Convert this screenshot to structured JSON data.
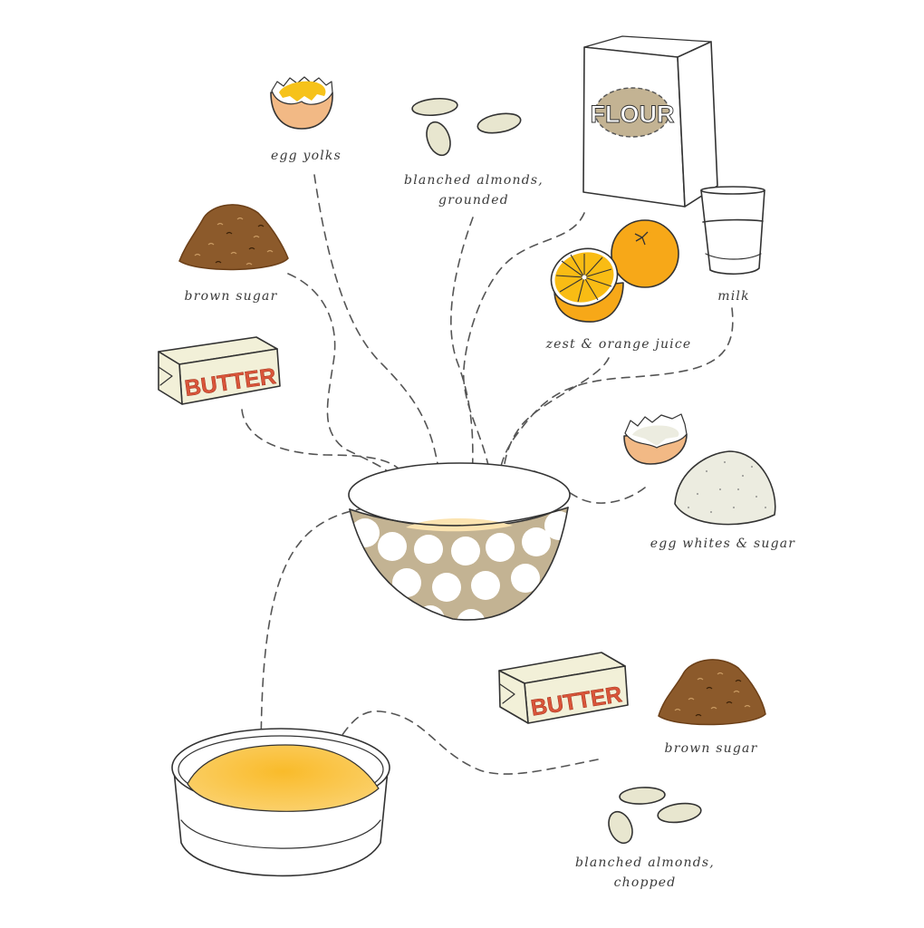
{
  "diagram": {
    "type": "recipe-ingredient-flow",
    "colors": {
      "egg_shell": "#f2b985",
      "egg_yolk": "#f6c21a",
      "egg_white": "#ecece0",
      "almond": "#e8e6cf",
      "brown_sugar": "#8c5a2b",
      "butter": "#f2f0d8",
      "butter_text": "#d9553a",
      "flour_label": "#c3b393",
      "orange": "#f7a818",
      "orange_flesh": "#f9bc14",
      "bowl": "#c3b393",
      "batter": "#fbe3b0",
      "cake_batter": "#f8c23e",
      "sugar_pile": "#ecece0",
      "dash": "#555555"
    },
    "ingredients": [
      {
        "id": "egg-yolks",
        "label": "egg yolks"
      },
      {
        "id": "almonds-ground",
        "label_line1": "blanched almonds,",
        "label_line2": "grounded"
      },
      {
        "id": "flour",
        "package_text": "FLOUR"
      },
      {
        "id": "milk",
        "label": "milk"
      },
      {
        "id": "brown-sugar-1",
        "label": "brown sugar"
      },
      {
        "id": "orange",
        "label": "zest & orange juice"
      },
      {
        "id": "butter-1",
        "package_text": "BUTTER"
      },
      {
        "id": "egg-whites-sugar",
        "label": "egg whites & sugar"
      },
      {
        "id": "butter-2",
        "package_text": "BUTTER"
      },
      {
        "id": "brown-sugar-2",
        "label": "brown sugar"
      },
      {
        "id": "almonds-chopped",
        "label_line1": "blanched almonds,",
        "label_line2": "chopped"
      }
    ],
    "targets": [
      {
        "id": "mixing-bowl",
        "pattern": "polka-dot"
      },
      {
        "id": "cake-pan"
      }
    ]
  }
}
